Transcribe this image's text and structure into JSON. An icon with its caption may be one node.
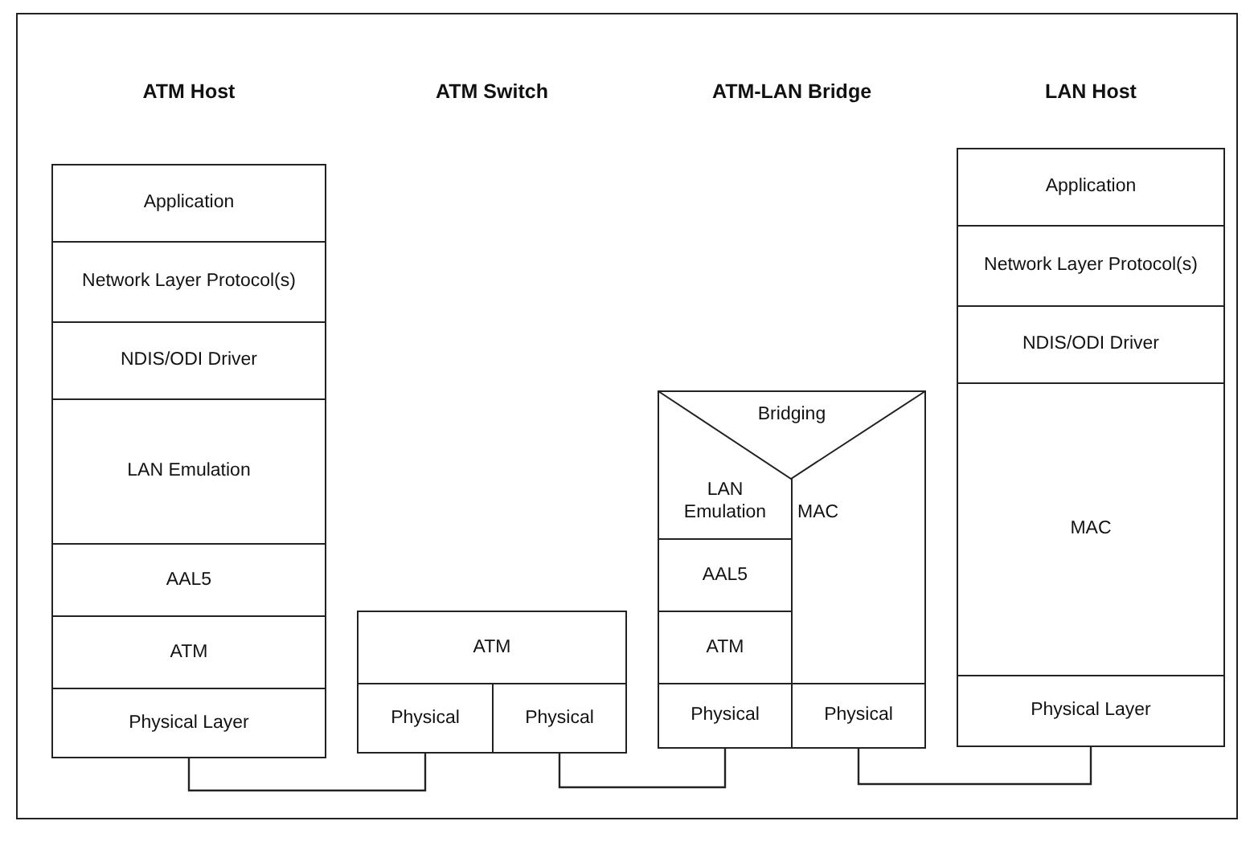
{
  "diagram": {
    "nodes": [
      {
        "text": [
          "ATM Host"
        ]
      },
      {
        "text": [
          "Application"
        ],
        "in": 0
      },
      {
        "text": [
          "Network Layer Protocol(s)"
        ],
        "in": 0
      },
      {
        "text": [
          "NDIS/ODI Driver"
        ],
        "in": 0
      },
      {
        "text": [
          "LAN Emulation"
        ],
        "in": 0
      },
      {
        "text": [
          "AAL5"
        ],
        "in": 0
      },
      {
        "text": [
          "ATM"
        ],
        "in": 0
      },
      {
        "text": [
          "Physical Layer"
        ],
        "in": 0
      },
      {
        "text": [
          "ATM Switch"
        ]
      },
      {
        "text": [
          "ATM"
        ],
        "in": 8
      },
      {
        "text": [
          "Physical"
        ],
        "in": 8
      },
      {
        "text": [
          "Physical"
        ],
        "in": 8
      },
      {
        "text": [
          "ATM-LAN Bridge"
        ]
      },
      {
        "text": [
          "Bridging"
        ],
        "in": 12
      },
      {
        "text": [
          "LAN Emulation"
        ],
        "in": 12
      },
      {
        "text": [
          "MAC"
        ],
        "in": 12
      },
      {
        "text": [
          "AAL5"
        ],
        "in": 12
      },
      {
        "text": [
          "ATM"
        ],
        "in": 12
      },
      {
        "text": [
          "Physical"
        ],
        "in": 12
      },
      {
        "text": [
          "Physical"
        ],
        "in": 12
      },
      {
        "text": [
          "LAN Host"
        ]
      },
      {
        "text": [
          "Application"
        ],
        "in": 20
      },
      {
        "text": [
          "Network Layer Protocol(s)"
        ],
        "in": 20
      },
      {
        "text": [
          "NDIS/ODI Driver"
        ],
        "in": 20
      },
      {
        "text": [
          "MAC"
        ],
        "in": 20
      },
      {
        "text": [
          "Physical Layer"
        ],
        "in": 20
      }
    ],
    "edges": [
      {
        "from": 7,
        "to": 10,
        "arrow": "none"
      },
      {
        "from": 11,
        "to": 18,
        "arrow": "none"
      },
      {
        "from": 19,
        "to": 25,
        "arrow": "none"
      }
    ]
  }
}
